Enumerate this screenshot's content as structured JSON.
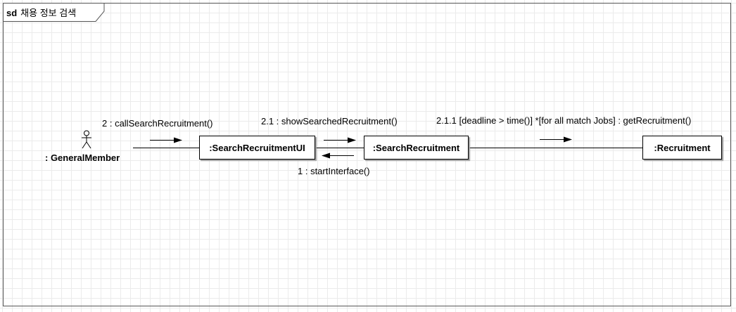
{
  "frame": {
    "keyword": "sd",
    "name": "채용 정보 검색"
  },
  "actor": {
    "name": ": GeneralMember",
    "icon": "stick-figure-actor-icon"
  },
  "lifelines": [
    {
      "name": ":SearchRecruitmentUI"
    },
    {
      "name": ":SearchRecruitment"
    },
    {
      "name": ":Recruitment"
    }
  ],
  "messages": [
    {
      "label": "2 : callSearchRecruitment()",
      "direction": "right"
    },
    {
      "label": "2.1 : showSearchedRecruitment()",
      "direction": "right"
    },
    {
      "label": "1 : startInterface()",
      "direction": "left"
    },
    {
      "label": "2.1.1 [deadline > time()] *[for all match Jobs] : getRecruitment()",
      "direction": "right"
    }
  ]
}
